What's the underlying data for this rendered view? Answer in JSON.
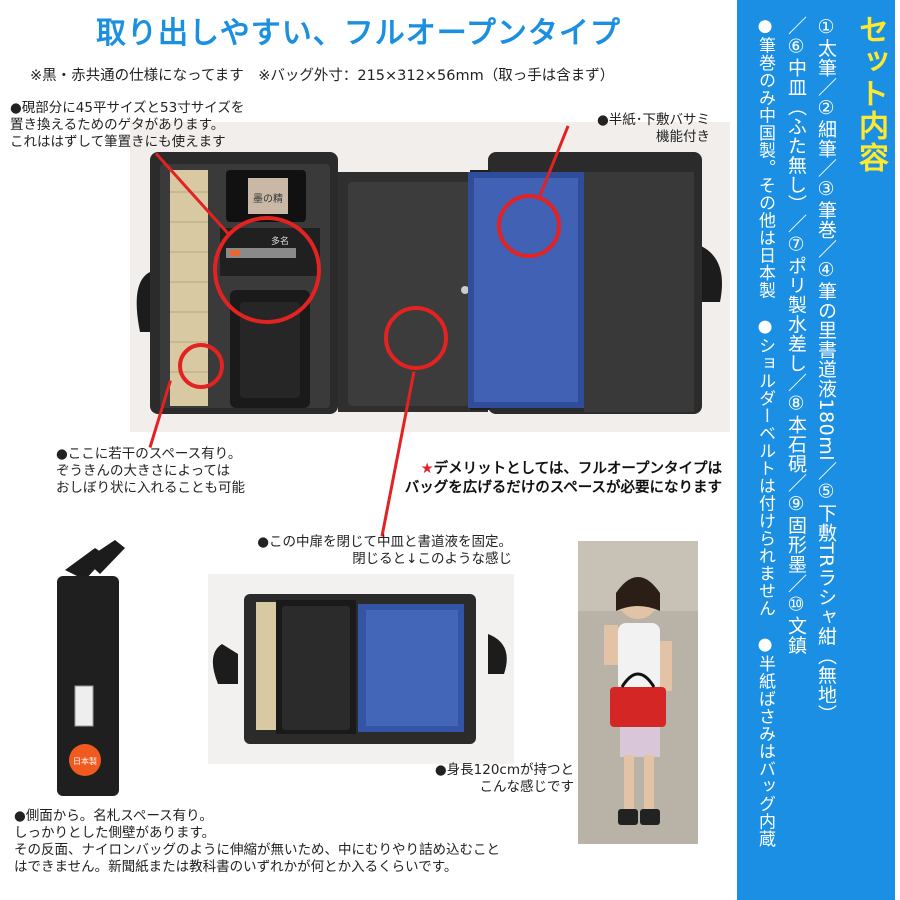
{
  "header": {
    "title": "取り出しやすい、フルオープンタイプ",
    "subtitle": "※黒・赤共通の仕様になってます　※バッグ外寸：215×312×56mm（取っ手は含まず）"
  },
  "notes": {
    "geta": "●硯部分に45平サイズと53寸サイズを\n置き換えるためのゲタがあります。\nこれははずして筆置きにも使えます",
    "hanshi": "●半紙･下敷バサミ\n機能付き",
    "space": "●ここに若干のスペース有り。\nぞうきんの大きさによっては\nおしぼり状に入れることも可能",
    "demerit_star": "★",
    "demerit": "デメリットとしては、フルオープンタイプは\nバッグを広げるだけのスペースが必要になります",
    "inner_door": "●この中扉を閉じて中皿と書道液を固定。\n閉じると↓このような感じ",
    "height": "●身長120cmが持つと\nこんな感じです",
    "side": "●側面から。名札スペース有り。\nしっかりとした側壁があります。\nその反面、ナイロンバッグのように伸縮が無いため、中にむりやり詰め込むこと\nはできません。新聞紙または教科書のいずれかが何とか入るくらいです。"
  },
  "set_panel": {
    "title": "セット内容",
    "line1": "①太筆／②細筆／③筆巻／④筆の里書道液180ml／⑤下敷TRラシャ紺（無地）",
    "line2": "／⑥中皿（ふた無し）／⑦ポリ製水差し／⑧本石硯／⑨固形墨／⑩文鎮",
    "line3": "●筆巻のみ中国製。その他は日本製　●ショルダーベルトは付けられません　●半紙ばさみはバッグ内蔵"
  },
  "photo_labels": {
    "bottle": "墨の精",
    "brush_tag": "多名",
    "tag": "日本製"
  },
  "colors": {
    "accent_blue": "#1a8fe3",
    "title_blue": "#1b8fe0",
    "panel_title_yellow": "#ffe92e",
    "circle_red": "#e32222"
  }
}
